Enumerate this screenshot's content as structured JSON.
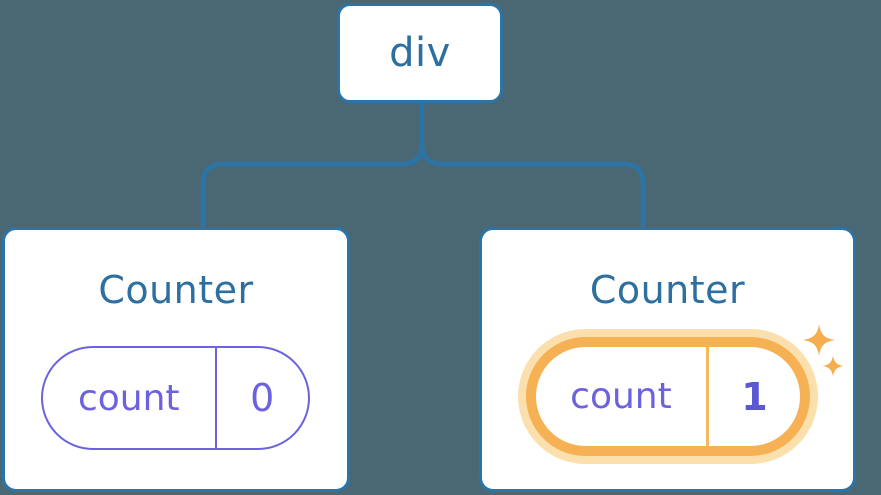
{
  "diagram": {
    "title": "component-tree-with-state",
    "root": {
      "label": "div"
    },
    "children": [
      {
        "title": "Counter",
        "state_key": "count",
        "state_value": "0",
        "highlighted": false
      },
      {
        "title": "Counter",
        "state_key": "count",
        "state_value": "1",
        "highlighted": true,
        "badge_icon": "sparkles-icon"
      }
    ]
  },
  "colors": {
    "background": "#4a6873",
    "node_border_blue": "#2b74a8",
    "text_blue": "#2d6f9f",
    "state_purple": "#6c62e0",
    "state_value_indigo": "#5b58d4",
    "highlight_orange": "#f7b155",
    "highlight_halo": "#fbe0ad",
    "highlight_divider": "#f5b963",
    "sparkle_orange": "#f5ad4e",
    "card_background": "#ffffff"
  }
}
